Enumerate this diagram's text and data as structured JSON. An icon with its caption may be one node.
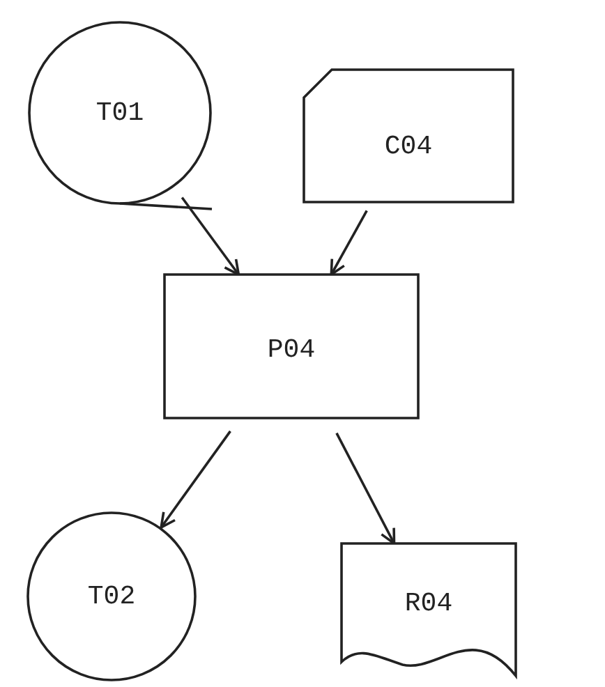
{
  "diagram": {
    "nodes": [
      {
        "text": [
          "T01"
        ]
      },
      {
        "text": [
          "C04"
        ]
      },
      {
        "text": [
          "P04"
        ]
      },
      {
        "text": [
          "T02"
        ]
      },
      {
        "text": [
          "R04"
        ]
      }
    ],
    "edges": [
      {
        "from": 0,
        "to": 2,
        "arrow": "to"
      },
      {
        "from": 1,
        "to": 2,
        "arrow": "to"
      },
      {
        "from": 2,
        "to": 3,
        "arrow": "to"
      },
      {
        "from": 2,
        "to": 4,
        "arrow": "to"
      }
    ]
  }
}
